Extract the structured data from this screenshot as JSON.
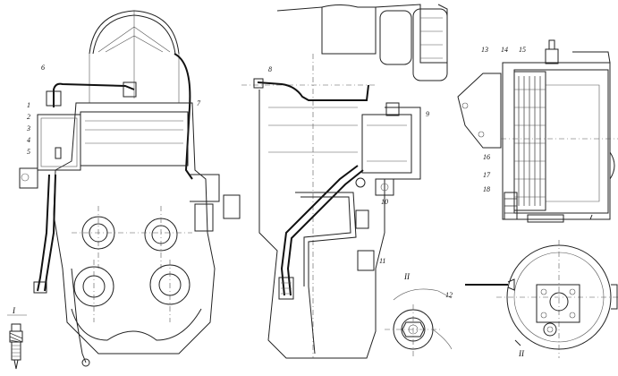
{
  "labels": {
    "l1": "1",
    "l2": "2",
    "l3": "3",
    "l4": "4",
    "l5": "5",
    "l6": "6",
    "l7": "7",
    "l8": "8",
    "l9": "9",
    "l10": "10",
    "l11": "11",
    "l12": "12",
    "l13": "13",
    "l14": "14",
    "l15": "15",
    "l16": "16",
    "l17": "17",
    "l18": "18",
    "secI": "I",
    "secII": "II",
    "secIIa": "II"
  }
}
